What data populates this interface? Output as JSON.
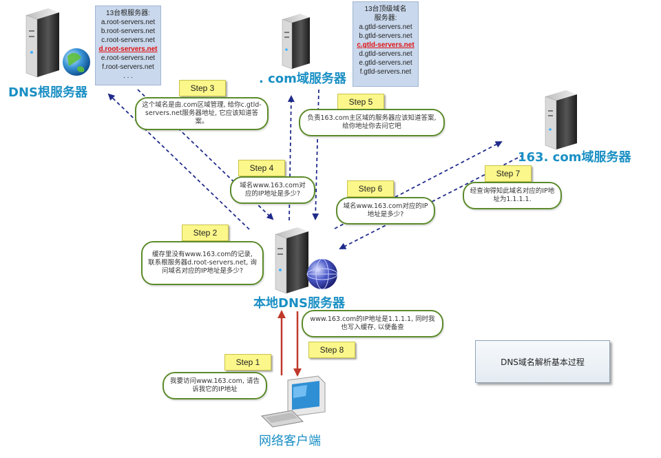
{
  "labels": {
    "root_server": "DNS根服务器",
    "com_server": ". com域服务器",
    "s163_server": "163. com域服务器",
    "local_dns": "本地DNS服务器",
    "client": "网络客户端"
  },
  "root_list": {
    "title": "13台根服务器:",
    "items": [
      "a.root-servers.net",
      "b.root-servers.net",
      "c.root-servers.net",
      "d.root-servers.net",
      "e.root-servers.net",
      "f.root-servers.net",
      ". . ."
    ],
    "highlight": "d.root-servers.net"
  },
  "gtld_list": {
    "title_line1": "13台顶级域名",
    "title_line2": "服务器:",
    "items": [
      "a.gtld-servers.net",
      "b.gtld-servers.net",
      "c.gtld-servers.net",
      "d.gtld-servers.net",
      "e.gtld-servers.net",
      "f.gtld-servers.net"
    ],
    "highlight": "c.gtld-servers.net"
  },
  "steps": {
    "s1": "Step 1",
    "s2": "Step 2",
    "s3": "Step 3",
    "s4": "Step 4",
    "s5": "Step 5",
    "s6": "Step 6",
    "s7": "Step 7",
    "s8": "Step 8"
  },
  "bubbles": {
    "b1": "我要访问www.163.com, 请告诉我它的IP地址",
    "b2": "缓存里没有www.163.com的记录, 联系根服务器d.root-servers.net, 询问域名对应的IP地址是多少?",
    "b3": "这个域名是由.com区域管理, 给你c.gtld-servers.net服务器地址, 它应该知道答案。",
    "b4": "域名www.163.com对应的IP地址是多少?",
    "b5": "负责163.com主区域的服务器应该知道答案, 给你地址你去问它吧",
    "b6": "域名www.163.com对应的IP地址是多少?",
    "b7": "经查询得知此域名对应的IP地址为1.1.1.1.",
    "b8": "www.163.com的IP地址是1.1.1.1, 同时我也写入缓存, 以便备查"
  },
  "diagram_title": "DNS域名解析基本过程",
  "colors": {
    "label_blue": "#1a8fc4",
    "arrow_blue": "#1f2a8a",
    "arrow_red": "#c0392b",
    "bubble_border": "#5b8a2a",
    "step_fill": "#fbf78a",
    "list_fill": "#c9d8ec",
    "highlight_red": "#e01010"
  },
  "icons": [
    "server-icon",
    "globe-icon",
    "client-computer-icon"
  ]
}
